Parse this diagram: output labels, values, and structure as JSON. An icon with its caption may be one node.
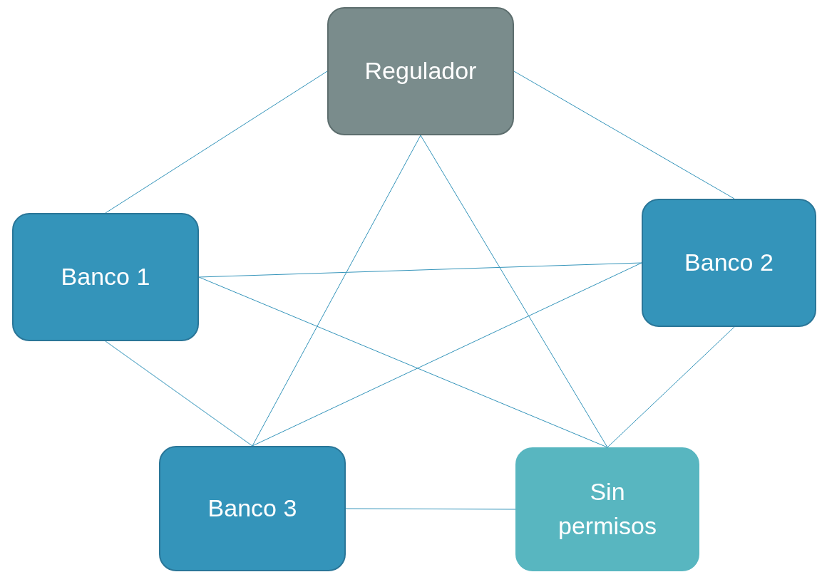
{
  "diagram": {
    "nodes": [
      {
        "text": [
          "Regulador"
        ]
      },
      {
        "text": [
          "Banco 1"
        ]
      },
      {
        "text": [
          "Banco 2"
        ]
      },
      {
        "text": [
          "Banco 3"
        ]
      },
      {
        "text": [
          "Sin permisos"
        ]
      }
    ],
    "edges": [
      {
        "from": 0,
        "to": 1,
        "arrow": "none"
      },
      {
        "from": 0,
        "to": 2,
        "arrow": "none"
      },
      {
        "from": 0,
        "to": 3,
        "arrow": "none"
      },
      {
        "from": 0,
        "to": 4,
        "arrow": "none"
      },
      {
        "from": 1,
        "to": 2,
        "arrow": "none"
      },
      {
        "from": 1,
        "to": 4,
        "arrow": "none"
      },
      {
        "from": 1,
        "to": 3,
        "arrow": "none"
      },
      {
        "from": 2,
        "to": 3,
        "arrow": "none"
      },
      {
        "from": 2,
        "to": 4,
        "arrow": "none"
      },
      {
        "from": 3,
        "to": 4,
        "arrow": "none"
      }
    ]
  }
}
